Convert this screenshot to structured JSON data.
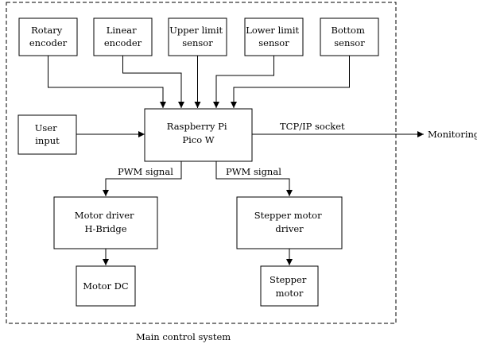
{
  "diagram": {
    "system_label": "Main control system",
    "sensors": {
      "rotary_encoder": [
        "Rotary",
        "encoder"
      ],
      "linear_encoder": [
        "Linear",
        "encoder"
      ],
      "upper_limit_sensor": [
        "Upper limit",
        "sensor"
      ],
      "lower_limit_sensor": [
        "Lower limit",
        "sensor"
      ],
      "bottom_sensor": [
        "Bottom",
        "sensor"
      ]
    },
    "user_input": [
      "User",
      "input"
    ],
    "controller": [
      "Raspberry Pi",
      "Pico W"
    ],
    "motor_driver": [
      "Motor driver",
      "H-Bridge"
    ],
    "stepper_driver": [
      "Stepper motor",
      "driver"
    ],
    "motor_dc": [
      "Motor DC"
    ],
    "stepper_motor": [
      "Stepper",
      "motor"
    ],
    "edges": {
      "pwm_left": "PWM signal",
      "pwm_right": "PWM signal",
      "tcp_ip": "TCP/IP socket"
    },
    "monitoring": "Monitoring"
  }
}
